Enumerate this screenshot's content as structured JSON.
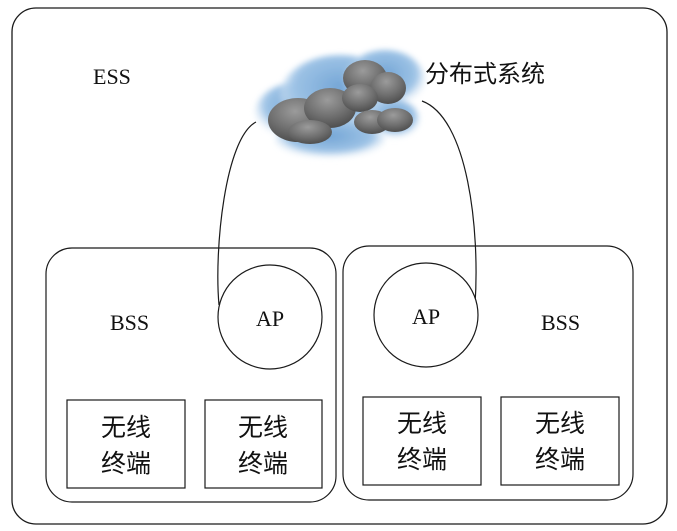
{
  "ess": {
    "label": "ESS"
  },
  "cloud": {
    "label": "分布式系统",
    "icon": "cloud-icon"
  },
  "bss_left": {
    "label": "BSS",
    "ap": "AP",
    "terminals": [
      {
        "line1": "无线",
        "line2": "终端"
      },
      {
        "line1": "无线",
        "line2": "终端"
      }
    ]
  },
  "bss_right": {
    "label": "BSS",
    "ap": "AP",
    "terminals": [
      {
        "line1": "无线",
        "line2": "终端"
      },
      {
        "line1": "无线",
        "line2": "终端"
      }
    ]
  },
  "colors": {
    "stroke": "#1a1a1a",
    "cloud_blue": "#6fa4d6",
    "cloud_gray": "#707070"
  }
}
